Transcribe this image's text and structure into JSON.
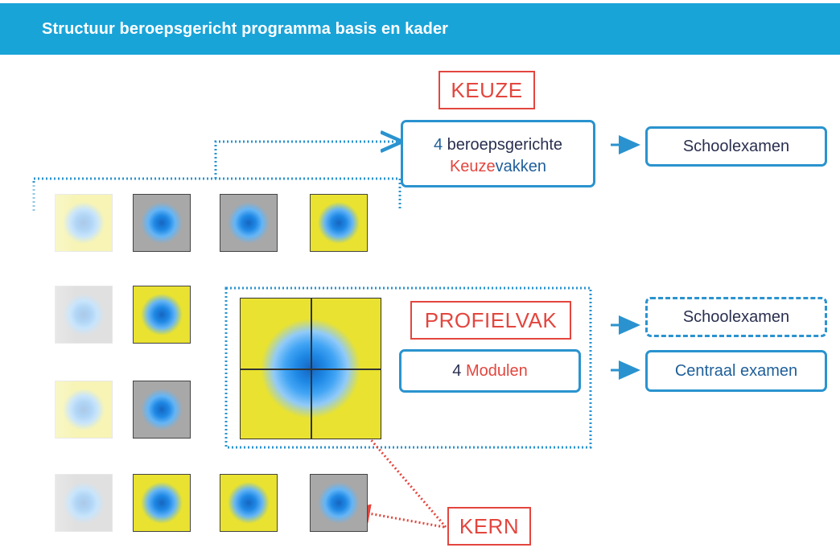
{
  "header": {
    "title": "Structuur beroepsgericht programma basis en kader"
  },
  "keuze": {
    "label": "KEUZE",
    "box_line1_num": "4",
    "box_line1_text": "beroepsgerichte",
    "box_line2_red": "Keuze",
    "box_line2_rest": "vakken",
    "exam": "Schoolexamen"
  },
  "profielvak": {
    "label": "PROFIELVAK",
    "modules_num": "4",
    "modules_text": "Modulen",
    "exam_school": "Schoolexamen",
    "exam_central": "Centraal examen"
  },
  "kern": {
    "label": "KERN"
  },
  "colors": {
    "header": "#19a4d8",
    "accent_blue": "#2a93cf",
    "label_red": "#e3463e",
    "tile_yellow": "#e9e230",
    "tile_gray": "#a8a8a8"
  }
}
